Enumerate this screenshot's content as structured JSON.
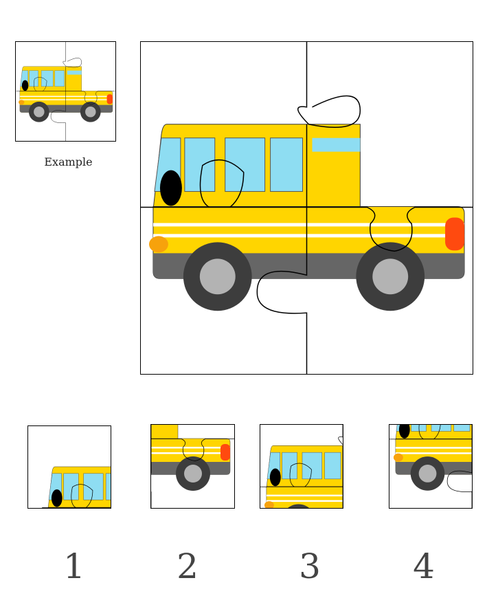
{
  "example": {
    "label": "Example"
  },
  "pieces": [
    {
      "number": "1"
    },
    {
      "number": "2"
    },
    {
      "number": "3"
    },
    {
      "number": "4"
    }
  ],
  "colors": {
    "bus_yellow": "#FFD500",
    "window_blue": "#8EDDF2",
    "bumper_gray": "#666666",
    "wheel": "#3d3d3d",
    "hub": "#b3b3b3",
    "headlight": "#F7A20C",
    "taillight": "#FF4A0F"
  }
}
